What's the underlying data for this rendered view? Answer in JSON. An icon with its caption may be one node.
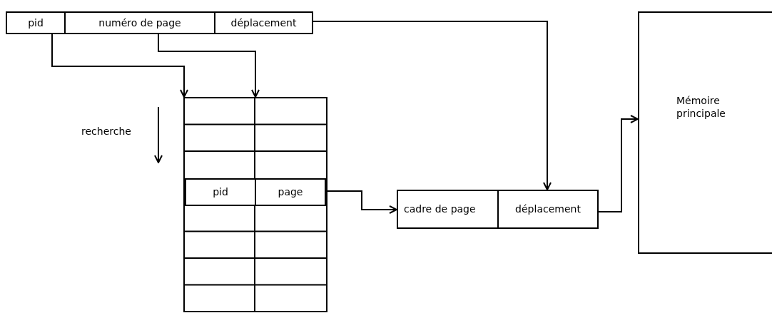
{
  "diagram": {
    "nodes": [
      {
        "text": [
          "pid"
        ]
      },
      {
        "text": [
          "numéro de page"
        ]
      },
      {
        "text": [
          "déplacement"
        ]
      },
      {
        "text": [],
        "shape": "box"
      },
      {
        "text": [
          "pid"
        ],
        "in": 3
      },
      {
        "text": [
          "page"
        ],
        "in": 3
      },
      {
        "text": [
          "cadre de page"
        ]
      },
      {
        "text": [
          "déplacement"
        ]
      },
      {
        "text": [
          "Mémoire principale"
        ]
      }
    ],
    "edges": [
      {
        "from": 0,
        "to": 3,
        "arrow": "to"
      },
      {
        "from": 1,
        "to": 3,
        "arrow": "to"
      },
      {
        "from": 2,
        "to": 7,
        "arrow": "to"
      },
      {
        "from": 5,
        "to": 6,
        "arrow": "to"
      },
      {
        "from": 7,
        "to": 8,
        "arrow": "to"
      }
    ],
    "labels": [
      "recherche"
    ]
  }
}
